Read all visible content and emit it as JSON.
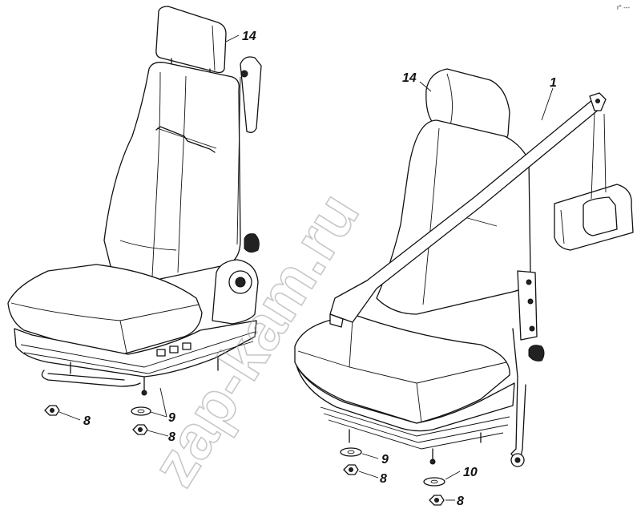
{
  "watermark": "zap-kam.ru",
  "corner_mark": "r° ---",
  "callouts": [
    {
      "id": "l14a",
      "text": "14"
    },
    {
      "id": "l14b",
      "text": "14"
    },
    {
      "id": "l1",
      "text": "1"
    },
    {
      "id": "l8a",
      "text": "8"
    },
    {
      "id": "l9a",
      "text": "9"
    },
    {
      "id": "l8b",
      "text": "8"
    },
    {
      "id": "l9b",
      "text": "9"
    },
    {
      "id": "l8c",
      "text": "8"
    },
    {
      "id": "l10",
      "text": "10"
    },
    {
      "id": "l8d",
      "text": "8"
    }
  ]
}
